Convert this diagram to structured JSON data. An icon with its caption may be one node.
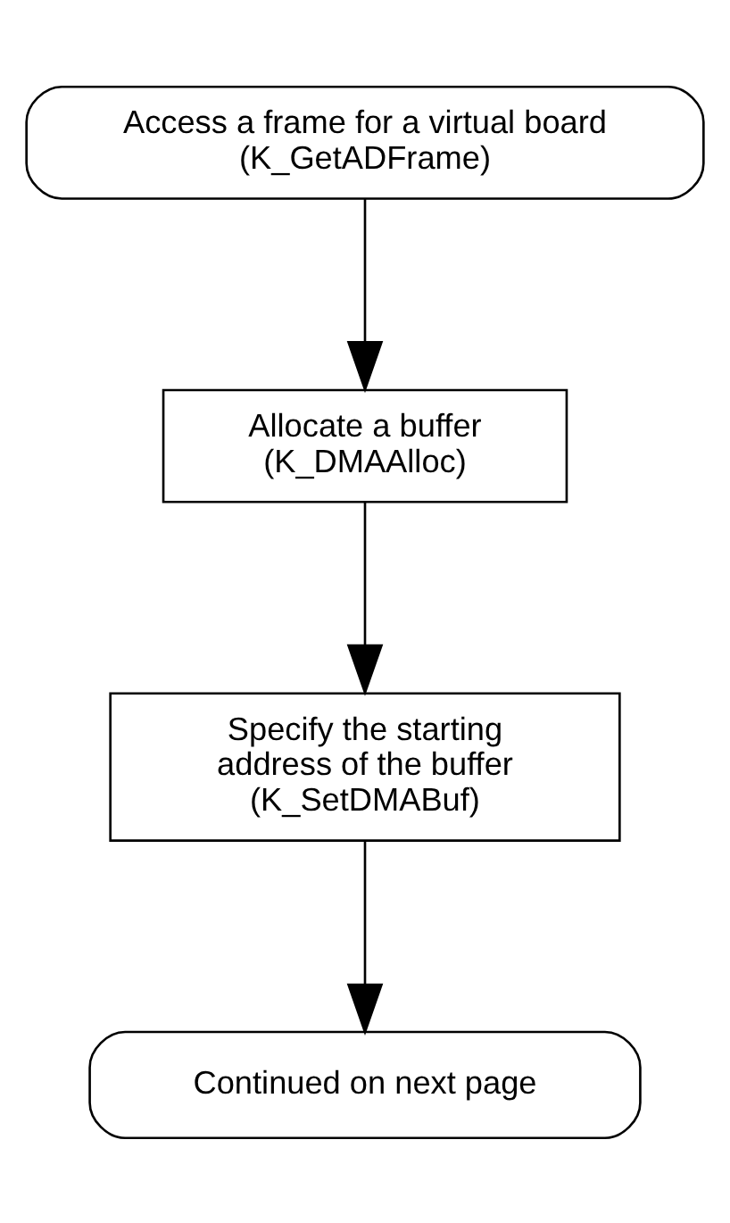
{
  "diagram": {
    "nodes": [
      {
        "text": [
          "Access a frame for a virtual board",
          "(K_GetADFrame)"
        ]
      },
      {
        "text": [
          "Allocate a buffer",
          "(K_DMAAlloc)"
        ]
      },
      {
        "text": [
          "Specify the starting address of the buffer",
          "(K_SetDMABuf)"
        ]
      },
      {
        "text": [
          "Continued on next page"
        ]
      }
    ],
    "edges": [
      {
        "from": 0,
        "to": 1,
        "arrow": "to"
      },
      {
        "from": 1,
        "to": 2,
        "arrow": "to"
      },
      {
        "from": 2,
        "to": 3,
        "arrow": "to"
      }
    ]
  }
}
